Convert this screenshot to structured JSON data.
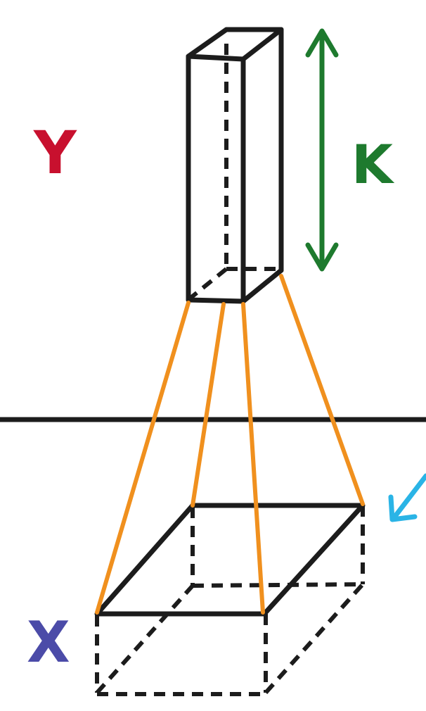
{
  "labels": {
    "y": "Y",
    "k": "K",
    "x": "X"
  },
  "colors": {
    "outline": "#1c1c1c",
    "projection": "#f0901e",
    "label_y": "#c8102e",
    "label_k": "#1e7a2e",
    "label_x": "#4b4ba8",
    "arrow_k": "#1e7a2e",
    "arrow_pointer": "#2ab4e6"
  },
  "icons": {
    "double_arrow": "vertical-double-arrow-icon",
    "pointer_arrow": "arrow-down-left-icon"
  }
}
